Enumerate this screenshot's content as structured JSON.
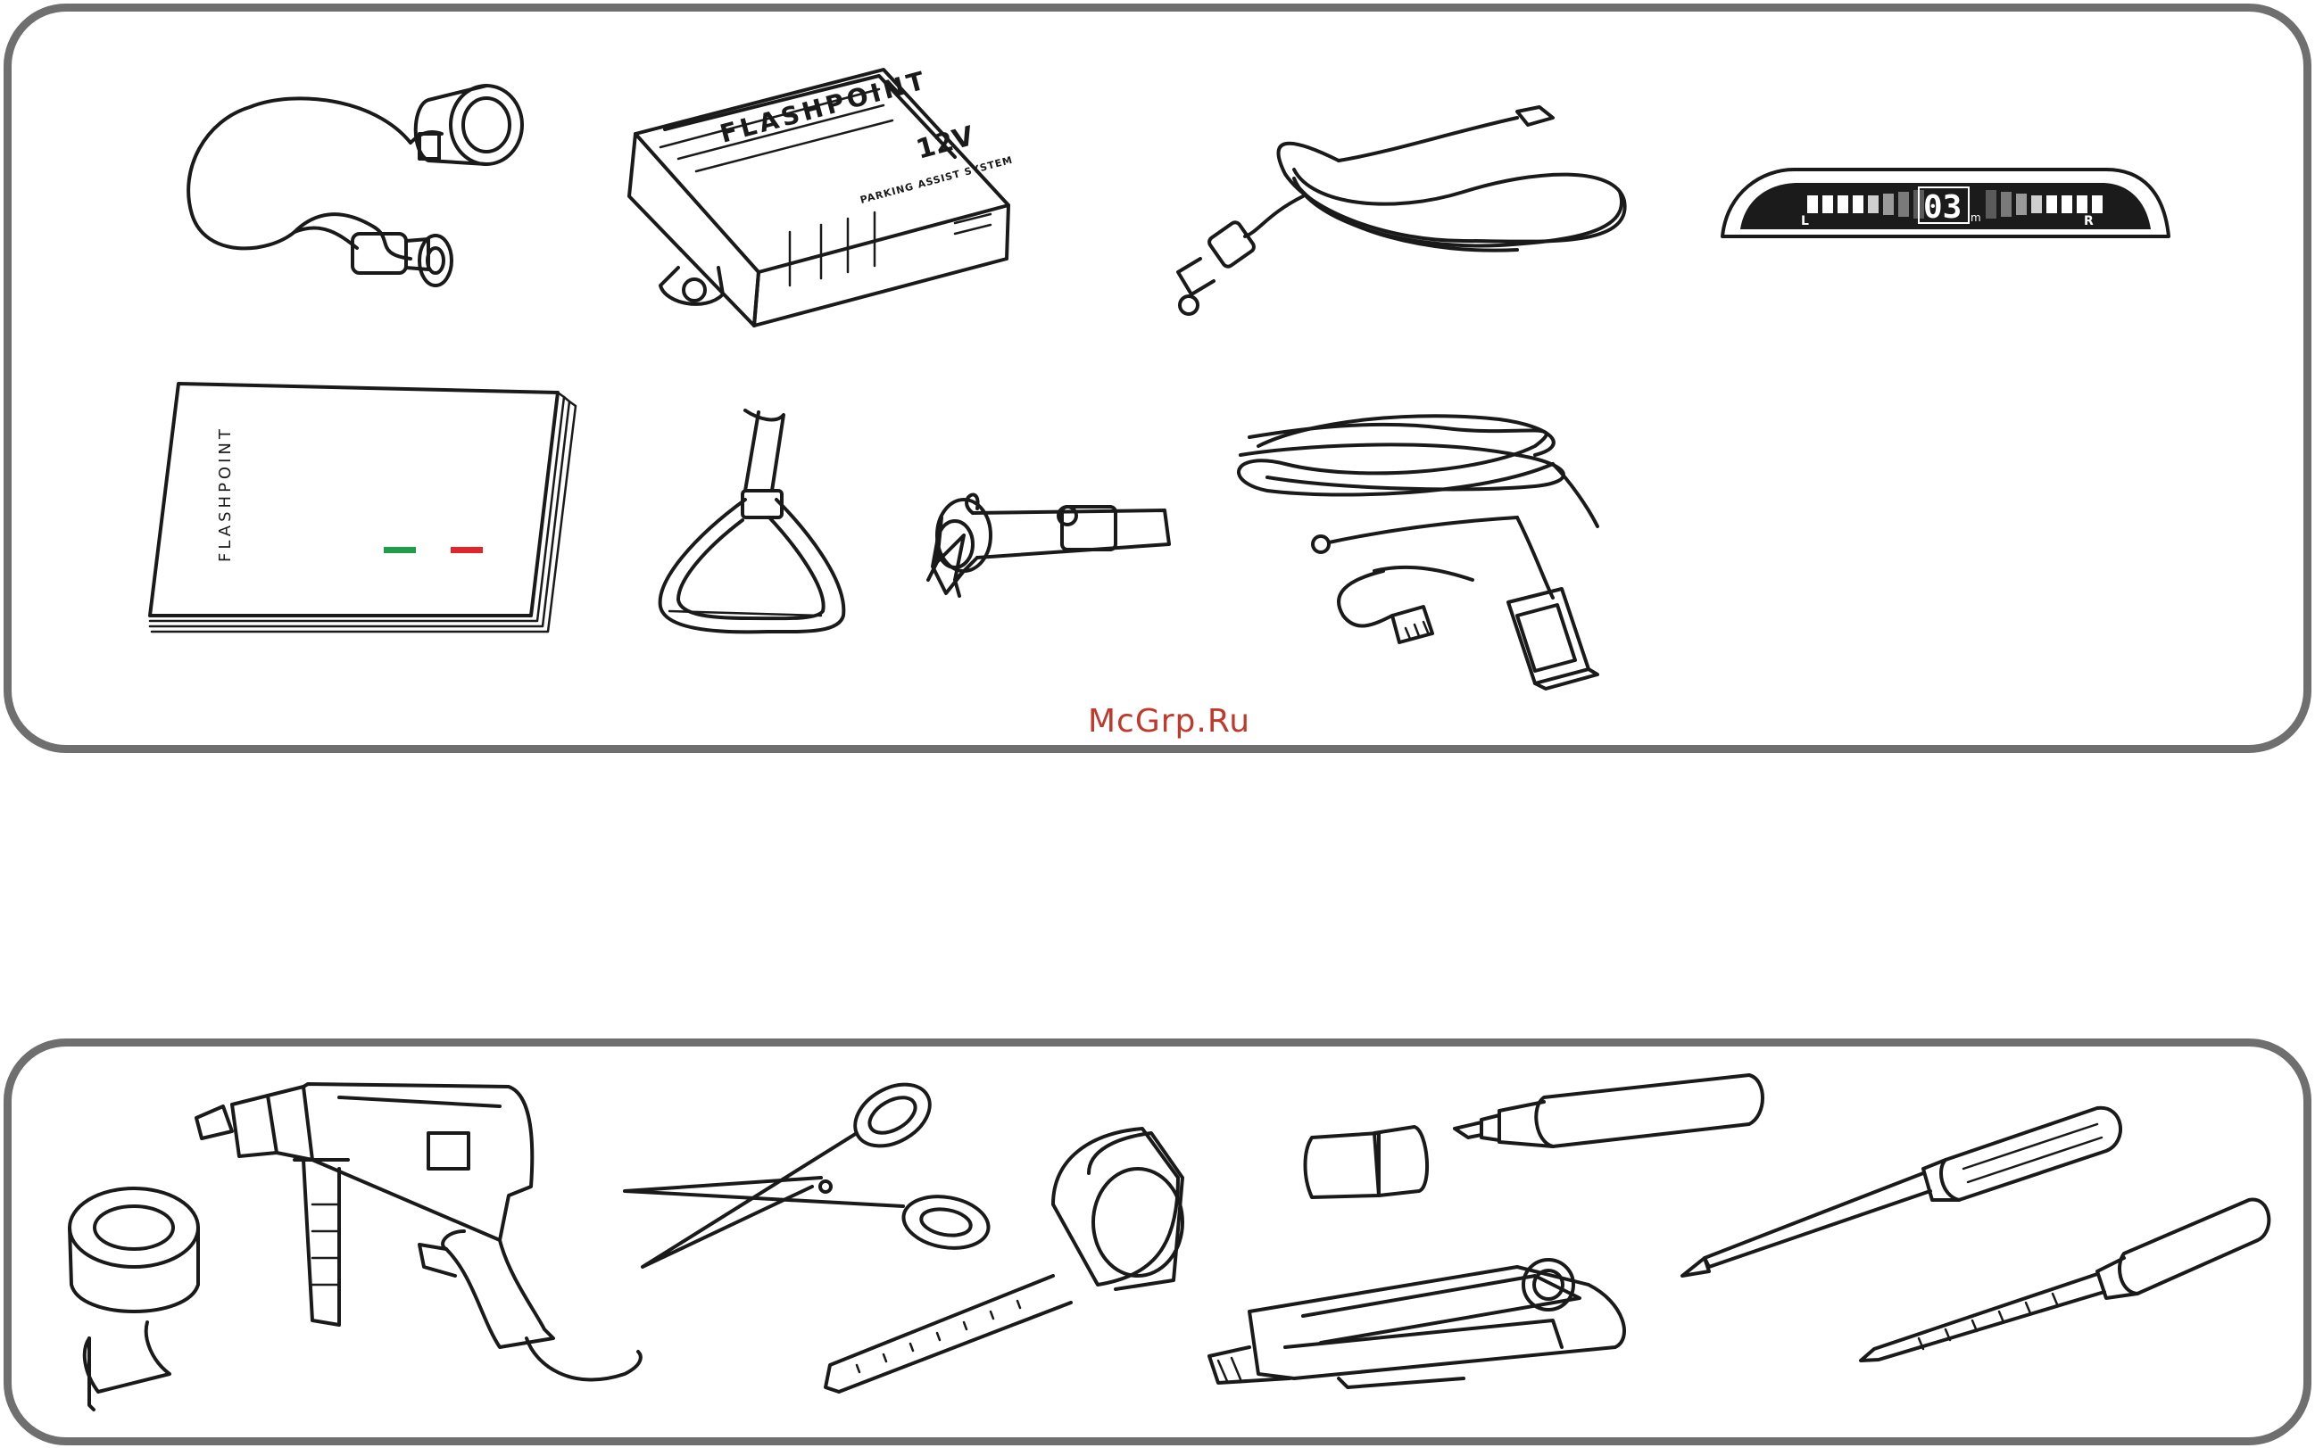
{
  "kit": {
    "control_unit": {
      "brand": "FLASHPOINT",
      "voltage": "12V",
      "subtitle": "PARKING ASSIST SYSTEM"
    },
    "display": {
      "distance": "03",
      "unit": "m",
      "left": "L",
      "right": "R"
    },
    "manual": {
      "brand": "FLASHPOINT"
    }
  },
  "watermark": "McGrp.Ru",
  "colors": {
    "panel_border": "#6f6f6f",
    "watermark": "#c0392b",
    "flag_green": "#1e9e4a",
    "flag_red": "#e0262b",
    "display_bg": "#1b1b1b"
  }
}
